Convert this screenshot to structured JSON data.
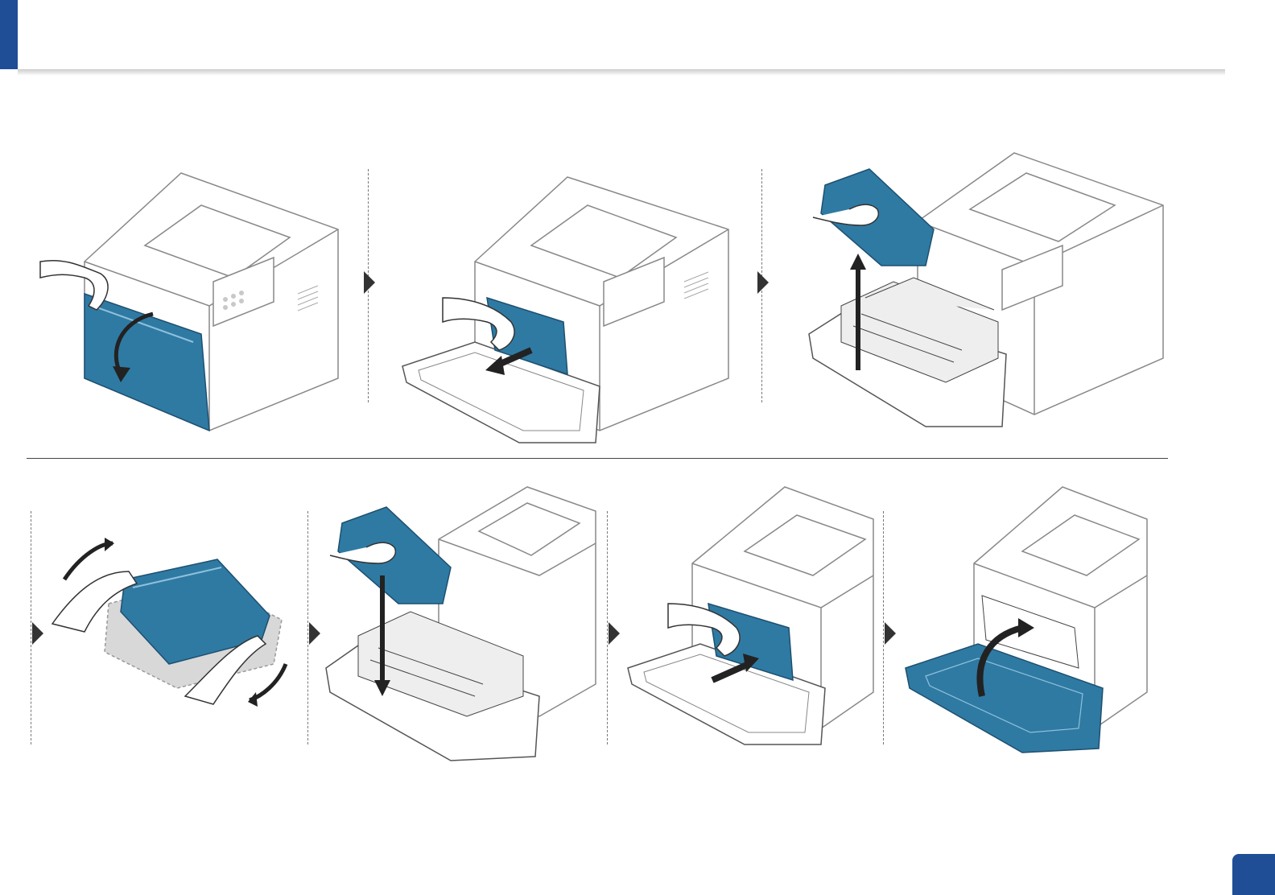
{
  "page": {
    "accent_color": "#1f4e96",
    "illustration_color": "#2f7aa3",
    "page_number": ""
  },
  "steps": [
    {
      "name": "open-front-cover",
      "icon": "printer-open-cover-icon"
    },
    {
      "name": "pull-out-imaging-unit",
      "icon": "printer-pull-drawer-icon"
    },
    {
      "name": "remove-toner-cartridge",
      "icon": "toner-lift-out-icon"
    },
    {
      "name": "shake-toner-cartridge",
      "icon": "toner-shake-icon"
    },
    {
      "name": "insert-new-toner-cartridge",
      "icon": "toner-insert-icon"
    },
    {
      "name": "push-in-imaging-unit",
      "icon": "printer-push-drawer-icon"
    },
    {
      "name": "close-front-cover",
      "icon": "printer-close-cover-icon"
    }
  ]
}
